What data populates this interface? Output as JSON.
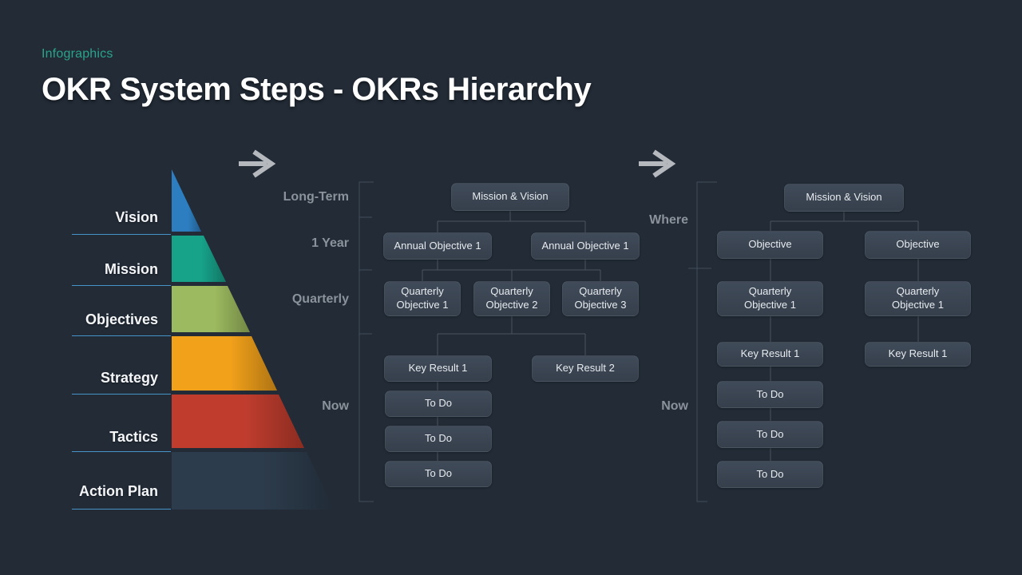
{
  "slide": {
    "eyebrow": "Infographics",
    "title": "OKR System Steps - OKRs Hierarchy"
  },
  "colors": {
    "background": "#222b36",
    "node_fill": "#3a4450",
    "accent_teal": "#2aa38c",
    "underline_blue": "#4a9fd8",
    "connector_line": "#49535f",
    "bracket_line": "#434e5a",
    "stage_label_gray": "#8b929b",
    "arrow_gray": "#b5b9be"
  },
  "pyramid": {
    "levels": [
      {
        "label": "Vision",
        "color": "#2d7ec0"
      },
      {
        "label": "Mission",
        "color": "#17a28a"
      },
      {
        "label": "Objectives",
        "color": "#9cba5f"
      },
      {
        "label": "Strategy",
        "color": "#f2a11a"
      },
      {
        "label": "Tactics",
        "color": "#c03d2e"
      },
      {
        "label": "Action Plan",
        "color": "#2d3c4c"
      }
    ]
  },
  "timeline_chart": {
    "stage_labels": [
      "Long-Term",
      "1 Year",
      "Quarterly",
      "Now"
    ],
    "nodes": {
      "mission_vision": "Mission & Vision",
      "annual_objective_1": "Annual Objective 1",
      "annual_objective_2": "Annual Objective 1",
      "quarterly_objective_1": "Quarterly Objective 1",
      "quarterly_objective_2": "Quarterly Objective 2",
      "quarterly_objective_3": "Quarterly Objective 3",
      "key_result_1": "Key Result 1",
      "key_result_2": "Key Result 2",
      "todo_1": "To Do",
      "todo_2": "To Do",
      "todo_3": "To Do"
    }
  },
  "where_chart": {
    "stage_labels": [
      "Where",
      "Now"
    ],
    "nodes": {
      "mission_vision": "Mission & Vision",
      "objective_1": "Objective",
      "objective_2": "Objective",
      "quarterly_objective_1": "Quarterly Objective 1",
      "quarterly_objective_2": "Quarterly Objective 1",
      "key_result_1": "Key Result 1",
      "key_result_2": "Key Result 1",
      "todo_1": "To Do",
      "todo_2": "To Do",
      "todo_3": "To Do"
    }
  }
}
